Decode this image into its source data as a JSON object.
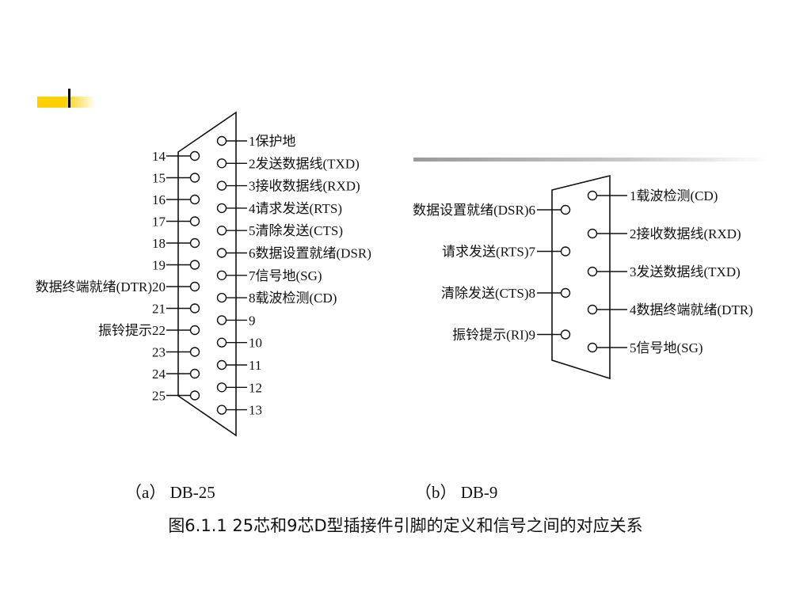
{
  "db25": {
    "right_pins": [
      {
        "label": "1保护地"
      },
      {
        "label": "2发送数据线(TXD)"
      },
      {
        "label": "3接收数据线(RXD)"
      },
      {
        "label": "4请求发送(RTS)"
      },
      {
        "label": "5清除发送(CTS)"
      },
      {
        "label": "6数据设置就绪(DSR)"
      },
      {
        "label": "7信号地(SG)"
      },
      {
        "label": "8载波检测(CD)"
      },
      {
        "label": "9"
      },
      {
        "label": "10"
      },
      {
        "label": "11"
      },
      {
        "label": "12"
      },
      {
        "label": "13"
      }
    ],
    "left_pins": [
      {
        "label": "14"
      },
      {
        "label": "15"
      },
      {
        "label": "16"
      },
      {
        "label": "17"
      },
      {
        "label": "18"
      },
      {
        "label": "19"
      },
      {
        "label": "数据终端就绪(DTR)20"
      },
      {
        "label": "21"
      },
      {
        "label": "振铃提示22"
      },
      {
        "label": "23"
      },
      {
        "label": "24"
      },
      {
        "label": "25"
      }
    ]
  },
  "db9": {
    "right_pins": [
      {
        "label": "1载波检测(CD)"
      },
      {
        "label": "2接收数据线(RXD)"
      },
      {
        "label": "3发送数据线(TXD)"
      },
      {
        "label": "4数据终端就绪(DTR)"
      },
      {
        "label": "5信号地(SG)"
      }
    ],
    "left_pins": [
      {
        "label": "数据设置就绪(DSR)6"
      },
      {
        "label": "请求发送(RTS)7"
      },
      {
        "label": "清除发送(CTS)8"
      },
      {
        "label": "振铃提示(RI)9"
      }
    ]
  },
  "sublabels": {
    "a": "（a） DB-25",
    "b": "（b） DB-9"
  },
  "caption": "图6.1.1  25芯和9芯D型插接件引脚的定义和信号之间的对应关系"
}
